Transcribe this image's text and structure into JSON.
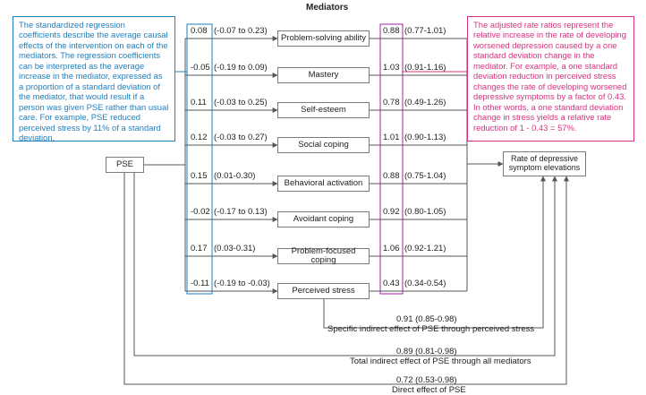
{
  "title": "Mediators",
  "exposure": "PSE",
  "outcome": "Rate of depressive symptom elevations",
  "mediators": [
    {
      "name": "Problem-solving ability",
      "coef": "0.08",
      "ci": "(-0.07 to 0.23)",
      "rr": "0.88",
      "rr_ci": "(0.77-1.01)"
    },
    {
      "name": "Mastery",
      "coef": "-0.05",
      "ci": "(-0.19 to 0.09)",
      "rr": "1.03",
      "rr_ci": "(0.91-1.16)"
    },
    {
      "name": "Self-esteem",
      "coef": "0.11",
      "ci": "(-0.03 to 0.25)",
      "rr": "0.78",
      "rr_ci": "(0.49-1.26)"
    },
    {
      "name": "Social coping",
      "coef": "0.12",
      "ci": "(-0.03 to 0.27)",
      "rr": "1.01",
      "rr_ci": "(0.90-1.13)"
    },
    {
      "name": "Behavioral activation",
      "coef": "0.15",
      "ci": "(0.01-0.30)",
      "rr": "0.88",
      "rr_ci": "(0.75-1.04)"
    },
    {
      "name": "Avoidant coping",
      "coef": "-0.02",
      "ci": "(-0.17 to 0.13)",
      "rr": "0.92",
      "rr_ci": "(0.80-1.05)"
    },
    {
      "name": "Problem-focused coping",
      "coef": "0.17",
      "ci": "(0.03-0.31)",
      "rr": "1.06",
      "rr_ci": "(0.92-1.21)"
    },
    {
      "name": "Perceived stress",
      "coef": "-0.11",
      "ci": "(-0.19 to -0.03)",
      "rr": "0.43",
      "rr_ci": "(0.34-0.54)"
    }
  ],
  "notes": {
    "left": "The standardized regression coefficients describe the average causal effects of the intervention on each of the mediators. The regression coefficients can be interpreted as the average increase in the mediator, expressed as a proportion of a standard deviation of the mediator, that would result if a person was given PSE rather than usual care. For example, PSE reduced perceived stress by 11% of a standard deviation.",
    "right": "The adjusted rate ratios represent the relative increase in the rate of developing worsened depression caused by a one standard deviation change in the mediator. For example, a one standard deviation reduction in perceived stress changes the rate of developing worsened depressive symptoms by a factor of 0.43. In other words, a one standard deviation change in stress yields a relative rate reduction of 1 - 0.43 = 57%."
  },
  "effects": [
    {
      "value": "0.91 (0.85-0.98)",
      "label": "Specific indirect effect of PSE through perceived stress"
    },
    {
      "value": "0.89 (0.81-0.98)",
      "label": "Total indirect effect of PSE through all mediators"
    },
    {
      "value": "0.72 (0.53-0.98)",
      "label": "Direct effect of PSE"
    }
  ],
  "colors": {
    "blue": "#1f7fbf",
    "pink": "#d9327f",
    "line": "#555555"
  }
}
